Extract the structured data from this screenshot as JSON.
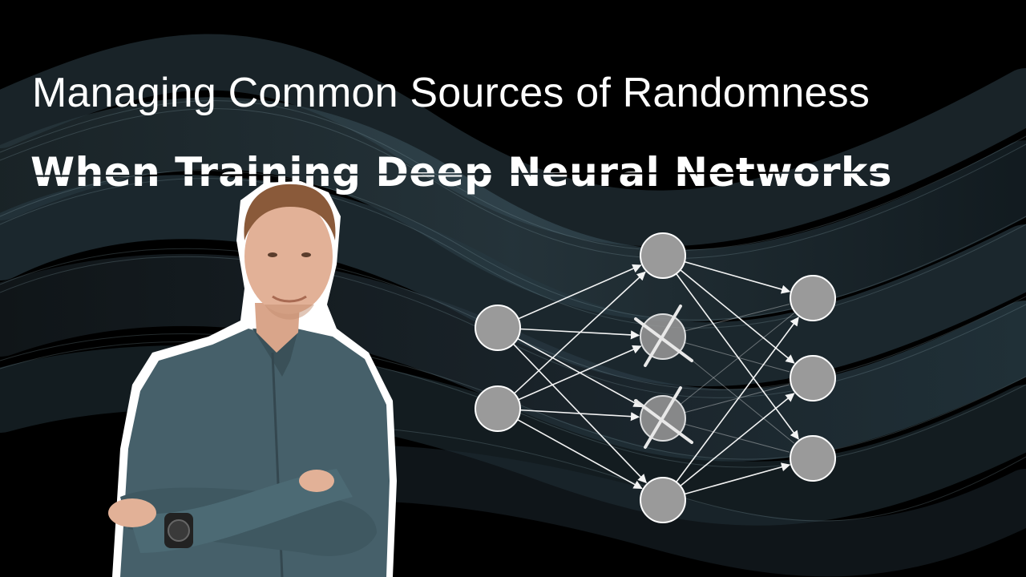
{
  "title": "Managing Common Sources of Randomness",
  "subtitle": "When Training Deep Neural Networks",
  "colors": {
    "background": "#000000",
    "node_fill": "#9a9a9a",
    "node_stroke": "#ffffff",
    "edge": "#ffffff",
    "title_text": "#ffffff"
  },
  "network": {
    "layers": [
      {
        "nodes": 2
      },
      {
        "nodes": 4,
        "dropped": [
          1,
          2
        ]
      },
      {
        "nodes": 3
      }
    ]
  },
  "icons": {
    "dropout_mark": "cross-icon",
    "presenter": "presenter-photo"
  }
}
